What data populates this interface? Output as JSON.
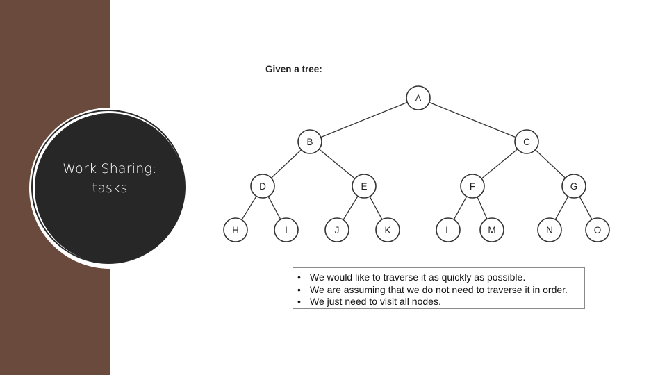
{
  "slide": {
    "title_lines": [
      "Work Sharing:",
      "tasks"
    ]
  },
  "diagram": {
    "heading": "Given a tree:",
    "nodes": [
      {
        "id": "A",
        "label": "A"
      },
      {
        "id": "B",
        "label": "B"
      },
      {
        "id": "C",
        "label": "C"
      },
      {
        "id": "D",
        "label": "D"
      },
      {
        "id": "E",
        "label": "E"
      },
      {
        "id": "F",
        "label": "F"
      },
      {
        "id": "G",
        "label": "G"
      },
      {
        "id": "H",
        "label": "H"
      },
      {
        "id": "I",
        "label": "I"
      },
      {
        "id": "J",
        "label": "J"
      },
      {
        "id": "K",
        "label": "K"
      },
      {
        "id": "L",
        "label": "L"
      },
      {
        "id": "M",
        "label": "M"
      },
      {
        "id": "N",
        "label": "N"
      },
      {
        "id": "O",
        "label": "O"
      }
    ],
    "edges": [
      [
        "A",
        "B"
      ],
      [
        "A",
        "C"
      ],
      [
        "B",
        "D"
      ],
      [
        "B",
        "E"
      ],
      [
        "C",
        "F"
      ],
      [
        "C",
        "G"
      ],
      [
        "D",
        "H"
      ],
      [
        "D",
        "I"
      ],
      [
        "E",
        "J"
      ],
      [
        "E",
        "K"
      ],
      [
        "F",
        "L"
      ],
      [
        "F",
        "M"
      ],
      [
        "G",
        "N"
      ],
      [
        "G",
        "O"
      ]
    ]
  },
  "notes": [
    "We would like to traverse it as quickly as possible.",
    "We are assuming that we do not need to traverse it in order.",
    "We just need to visit all nodes."
  ],
  "colors": {
    "sidebar": "#6b4a3e",
    "title_circle": "#272727",
    "node_stroke": "#333333"
  }
}
